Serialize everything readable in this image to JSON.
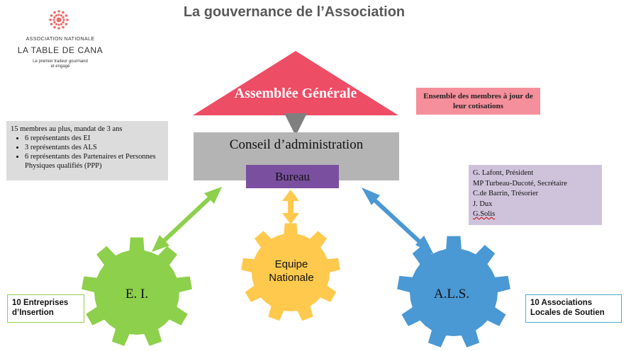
{
  "title": "La gouvernance  de l’Association",
  "logo": {
    "line1": "ASSOCIATION NATIONALE",
    "line2": "LA TABLE DE CANA",
    "tagline": "Le premier traiteur gourmand et engagé",
    "icon": "sun-dots-icon",
    "color": "#f06a6a"
  },
  "assemblee": {
    "label": "Assemblée Générale",
    "color": "#ee4d66"
  },
  "members_note": "Ensemble  des membres à jour de leur cotisations",
  "conseil": {
    "label": "Conseil d’administration",
    "color": "#b4b4b4"
  },
  "bureau": {
    "label": "Bureau",
    "color": "#7a4f9f"
  },
  "conseil_info": {
    "heading": "15 membres au plus, mandat de 3 ans",
    "items": [
      "6 représentants des EI",
      "3 représentants des ALS",
      "6 représentants des Partenaires et Personnes Physiques qualifiés (PPP)"
    ]
  },
  "bureau_members": [
    "G. Lafont, Président",
    "MP Turbeau-Ducoté, Secrétaire",
    "C.de Barrin, Trésorier",
    "J. Dux",
    "G.Solis"
  ],
  "gears": {
    "ei": {
      "label": "E. I.",
      "color": "#8dd04b"
    },
    "en": {
      "label_line1": "Equipe",
      "label_line2": "Nationale",
      "color": "#ffc94d"
    },
    "als": {
      "label": "A.L.S.",
      "color": "#4a98d4"
    }
  },
  "ei_note": {
    "line1": "10 Entreprises",
    "line2": "d’Insertion"
  },
  "als_note": {
    "line1": "10 Associations",
    "line2": "Locales de Soutien"
  }
}
